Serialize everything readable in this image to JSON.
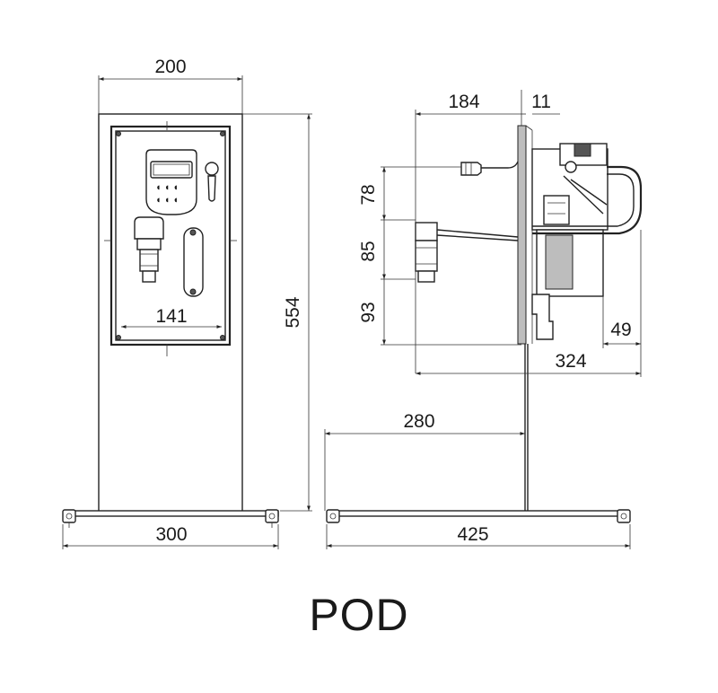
{
  "title": "POD",
  "front_view": {
    "width_top": "200",
    "panel_width": "141",
    "height": "554",
    "base_width": "300"
  },
  "side_view": {
    "depth_left": "184",
    "plate_thickness": "11",
    "spacing_top": "78",
    "spacing_mid": "85",
    "spacing_bottom": "93",
    "overall_depth": "324",
    "rear_offset": "49",
    "pole_to_front": "280",
    "base_length": "425"
  }
}
